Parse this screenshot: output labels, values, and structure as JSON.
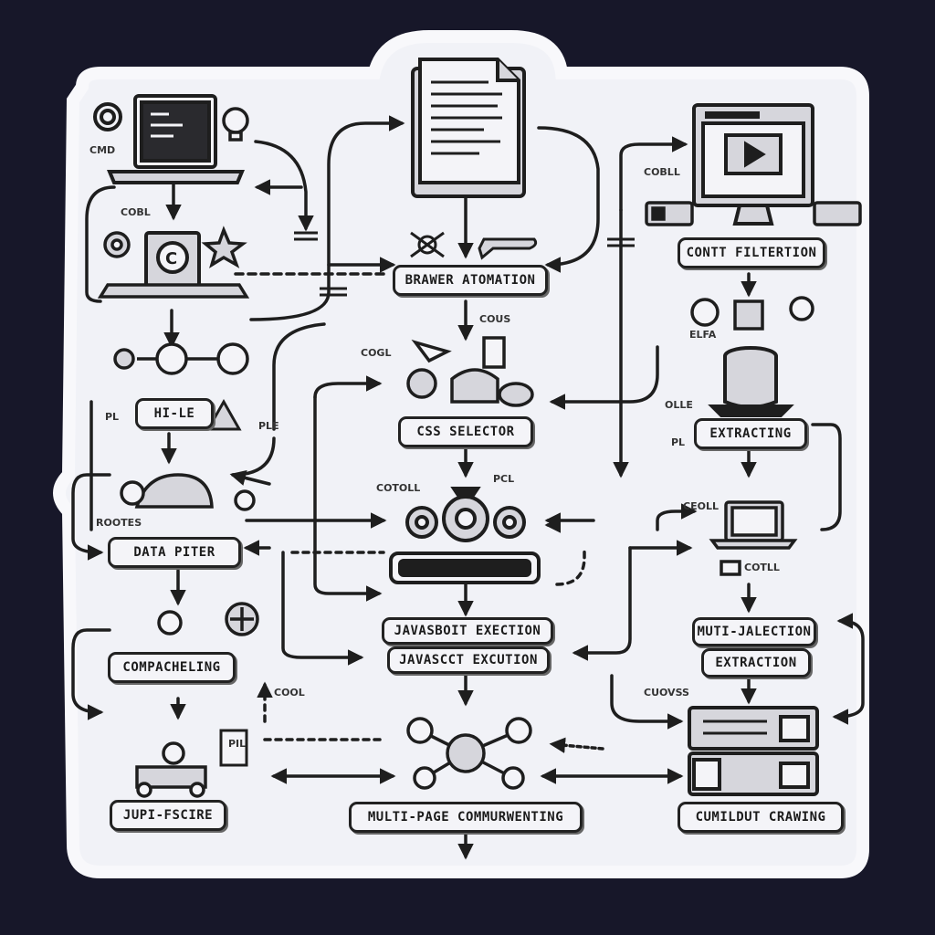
{
  "diagram": {
    "labels": {
      "browser_automation": "BRAWER ATOMATION",
      "content_filtration": "CONTT FILTERTION",
      "html_node": "HI-LE",
      "css_selector": "CSS SELECTOR",
      "extracting": "EXTRACTING",
      "data_piter": "DATA PITER",
      "javascript_execution_1": "JAVASBOIT EXECTION",
      "javascript_execution_2": "JAVASCCT EXCUTION",
      "multi_selection": "MUTI-JALECTION",
      "extraction": "EXTRACTION",
      "compacheling": "COMPACHELING",
      "jupi_fscire": "JUPI-FSCIRE",
      "multi_page": "MULTI-PAGE COMMURWENTING",
      "cumildut_crawing": "CUMILDUT CRAWING"
    },
    "notes": {
      "cmd": "CMD",
      "coral": "COBL",
      "cobll": "COBLL",
      "codl": "COOL",
      "pl1": "PL",
      "pl2": "PL",
      "ple": "PLE",
      "pil": "PIL",
      "ollie": "OLLE",
      "rootes": "ROOTES",
      "cogl": "COGL",
      "cous": "COUS",
      "cotoll": "COTOLL",
      "pcl": "PCL",
      "ceoll": "CEOLL",
      "cuovss": "CUOVSS",
      "cotll": "COTLL",
      "elfa": "ELFA"
    },
    "colors": {
      "background": "#171729",
      "card": "#f1f2f7",
      "ink": "#1e1e1e",
      "panel": "#d6d6dc"
    }
  }
}
